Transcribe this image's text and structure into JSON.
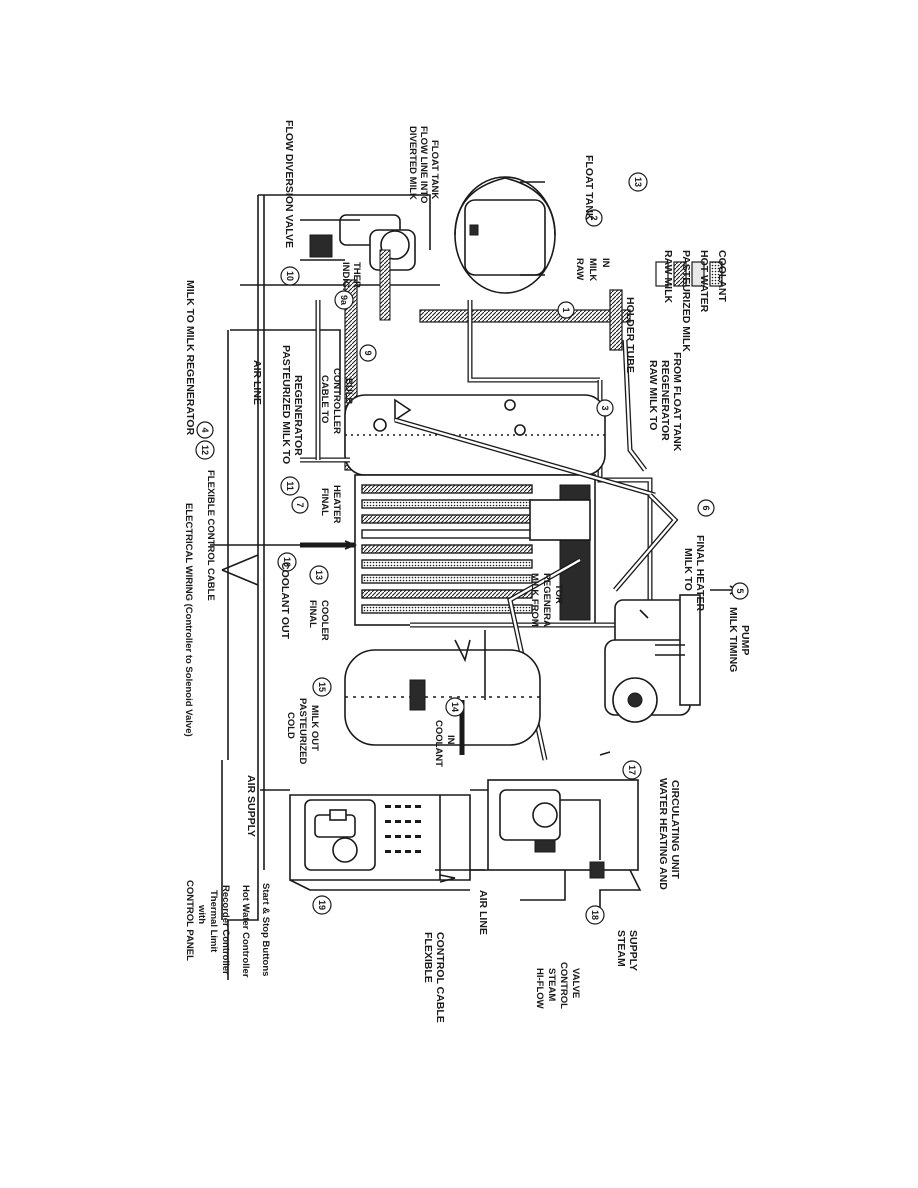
{
  "labels": {
    "milk_to_milk_regenerator": "MILK TO MILK REGENERATOR",
    "flow_diversion_valve": "FLOW DIVERSION VALVE",
    "diverted_milk_1": "DIVERTED MILK",
    "diverted_milk_2": "FLOW LINE INTO",
    "diverted_milk_3": "FLOAT TANK",
    "float_tank": "FLOAT TANK",
    "indic_ther_1": "INDIC.",
    "indic_ther_2": "THER.",
    "raw_milk_in_1": "RAW",
    "raw_milk_in_2": "MILK",
    "raw_milk_in_3": "IN",
    "holder_tube": "HOLDER TUBE",
    "air_line_top": "AIR LINE",
    "pasteurized_milk_to_regenerator_1": "PASTEURIZED MILK TO",
    "pasteurized_milk_to_regenerator_2": "REGENERATOR",
    "cable_to_controller_bulb_1": "CABLE TO",
    "cable_to_controller_bulb_2": "CONTROLLER",
    "cable_to_controller_bulb_3": "BULB",
    "raw_milk_to_regenerator_1": "RAW MILK TO",
    "raw_milk_to_regenerator_2": "REGENERATOR",
    "raw_milk_to_regenerator_3": "FROM FLOAT TANK",
    "final_heater_1": "FINAL",
    "final_heater_2": "HEATER",
    "electrical_wiring": "ELECTRICAL WIRING (Controller to Solenoid Valve)",
    "flexible_control_cable_top": "FLEXIBLE CONTROL CABLE",
    "coolant_out": "COOLANT OUT",
    "final_cooler_1": "FINAL",
    "final_cooler_2": "COOLER",
    "milk_from_regenerator_1": "MILK FROM",
    "milk_from_regenerator_2": "REGENERA",
    "milk_from_regenerator_3": "TOR",
    "milk_to_final_heater_1": "MILK TO",
    "milk_to_final_heater_2": "FINAL HEATER",
    "milk_timing_pump_1": "MILK TIMING",
    "milk_timing_pump_2": "PUMP",
    "cold_pasteurized_1": "COLD",
    "cold_pasteurized_2": "PASTEURIZED",
    "cold_pasteurized_3": "MILK OUT",
    "coolant_in_1": "COOLANT",
    "coolant_in_2": "IN",
    "air_supply": "AIR SUPPLY",
    "water_heating_1": "WATER HEATING AND",
    "water_heating_2": "CIRCULATING UNIT",
    "control_panel_1": "CONTROL PANEL",
    "control_panel_2": "with",
    "control_panel_3": "Thermal Limit",
    "control_panel_4": "Recorder Controller",
    "control_panel_5": "Hot Water Controller",
    "control_panel_6": "Start & Stop Buttons",
    "flexible_control_cable_bottom_1": "FLEXIBLE",
    "flexible_control_cable_bottom_2": "CONTROL CABLE",
    "air_line_bottom": "AIR LINE",
    "hi_flow_1": "HI-FLOW",
    "hi_flow_2": "STEAM",
    "hi_flow_3": "CONTROL",
    "hi_flow_4": "VALVE",
    "steam_supply_1": "STEAM",
    "steam_supply_2": "SUPPLY"
  },
  "legend": {
    "number": "13",
    "raw_milk": "RAW MILK",
    "pasteurized_milk": "PASTEURIZED MILK",
    "hot_water": "HOT WATER",
    "coolant": "COOLANT"
  },
  "callouts": {
    "n1": "1",
    "n2": "2",
    "n3": "3",
    "n4": "4",
    "n5": "5",
    "n6": "6",
    "n7": "7",
    "n9": "9",
    "n9a": "9a",
    "n10": "10",
    "n11": "11",
    "n12": "12",
    "n13": "13",
    "n14": "14",
    "n15": "15",
    "n16": "16",
    "n17": "17",
    "n18": "18",
    "n19": "19"
  }
}
